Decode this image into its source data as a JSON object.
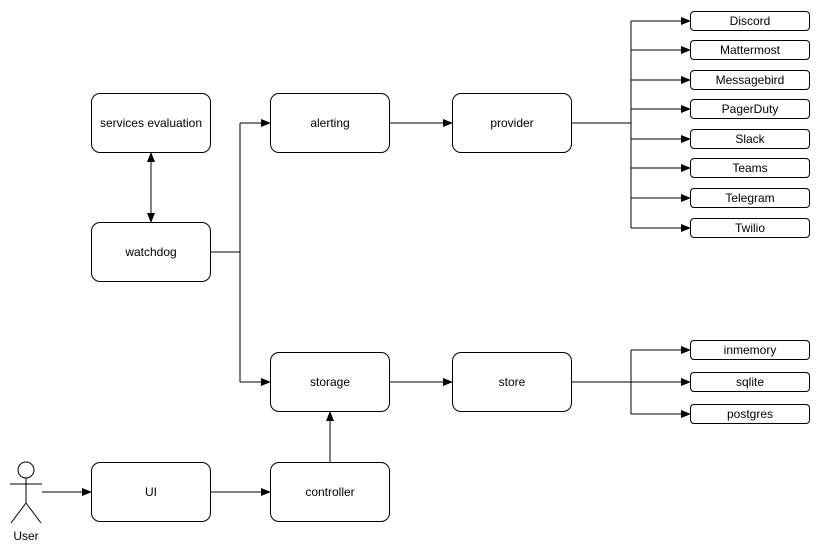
{
  "diagram": {
    "nodes": {
      "services_evaluation": "services evaluation",
      "watchdog": "watchdog",
      "alerting": "alerting",
      "provider": "provider",
      "storage": "storage",
      "store": "store",
      "ui": "UI",
      "controller": "controller"
    },
    "actor": {
      "label": "User"
    },
    "provider_targets": [
      "Discord",
      "Mattermost",
      "Messagebird",
      "PagerDuty",
      "Slack",
      "Teams",
      "Telegram",
      "Twilio"
    ],
    "store_targets": [
      "inmemory",
      "sqlite",
      "postgres"
    ],
    "colors": {
      "stroke": "#000000",
      "node_fill": "#ffffff",
      "background": "#ffffff"
    }
  }
}
